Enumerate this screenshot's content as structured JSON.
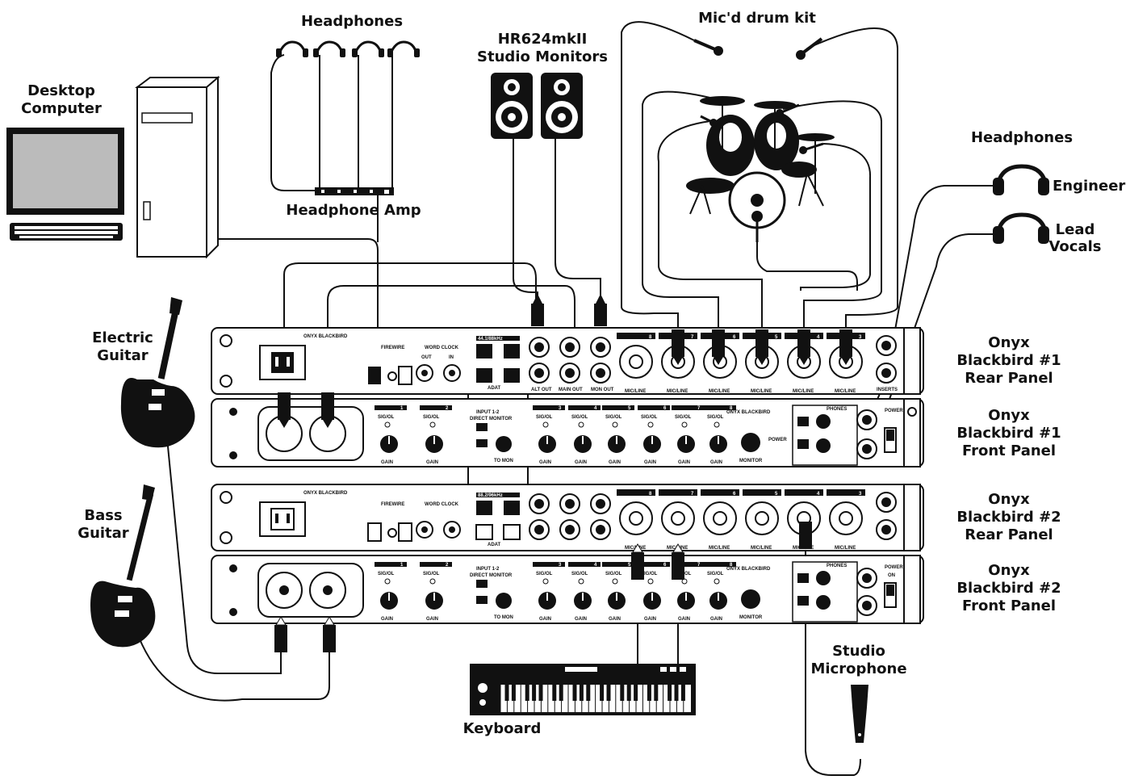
{
  "labels": {
    "headphones_top": "Headphones",
    "monitors_line1": "HR624mkII",
    "monitors_line2": "Studio Monitors",
    "drums": "Mic'd drum kit",
    "desktop_line1": "Desktop",
    "desktop_line2": "Computer",
    "headphone_amp": "Headphone Amp",
    "headphones_right": "Headphones",
    "engineer": "Engineer",
    "lead_line1": "Lead",
    "lead_line2": "Vocals",
    "electric_line1": "Electric",
    "electric_line2": "Guitar",
    "bass_line1": "Bass",
    "bass_line2": "Guitar",
    "keyboard": "Keyboard",
    "studio_mic_line1": "Studio",
    "studio_mic_line2": "Microphone"
  },
  "units": [
    {
      "line1": "Onyx",
      "line2": "Blackbird #1",
      "line3": "Rear Panel"
    },
    {
      "line1": "Onyx",
      "line2": "Blackbird #1",
      "line3": "Front Panel"
    },
    {
      "line1": "Onyx",
      "line2": "Blackbird #2",
      "line3": "Rear Panel"
    },
    {
      "line1": "Onyx",
      "line2": "Blackbird #2",
      "line3": "Front Panel"
    }
  ],
  "panel_text": {
    "brand": "ONYX BLACKBIRD",
    "firewire": "FIREWIRE",
    "word_clock": "WORD CLOCK",
    "out": "OUT",
    "in": "IN",
    "adat": "ADAT",
    "alt_out": "ALT OUT",
    "main_out": "MAIN OUT",
    "mon_out": "MON OUT",
    "mic_line": "MIC/LINE",
    "inserts": "INSERTS",
    "gain": "GAIN",
    "sig_ol": "SIG/OL",
    "input_direct": "INPUT 1-2",
    "direct_monitor": "DIRECT MONITOR",
    "to_mon": "TO MON",
    "monitor": "MONITOR",
    "phones": "PHONES",
    "power": "POWER",
    "power_on": "ON",
    "rate1": "44.1/88kHz",
    "rate2": "88.2/96kHz"
  },
  "rear_channels": [
    "8",
    "7",
    "6",
    "5",
    "4",
    "3"
  ],
  "front_channels": [
    "1",
    "2",
    "3",
    "4",
    "5",
    "6",
    "7",
    "8"
  ]
}
